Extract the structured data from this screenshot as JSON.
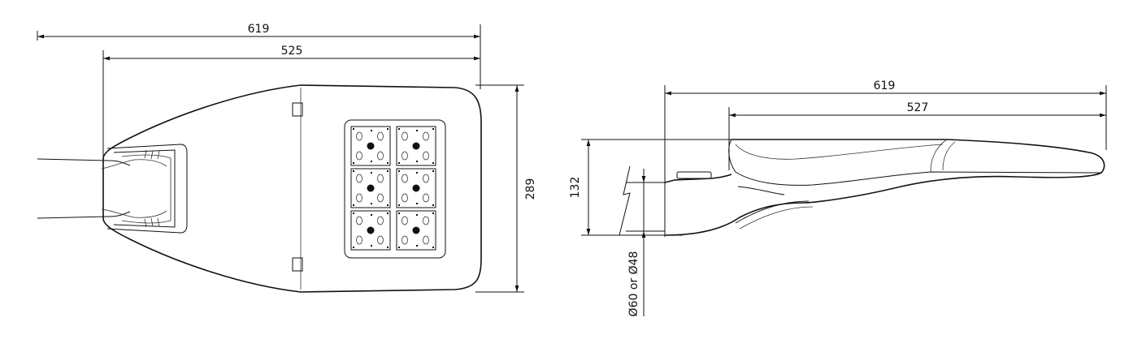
{
  "top_view": {
    "dim_overall_length": "619",
    "dim_body_length": "525",
    "dim_width": "289"
  },
  "side_view": {
    "dim_overall_length": "619",
    "dim_body_length": "527",
    "dim_height": "132",
    "dim_spigot": "Ø60 or Ø48"
  }
}
